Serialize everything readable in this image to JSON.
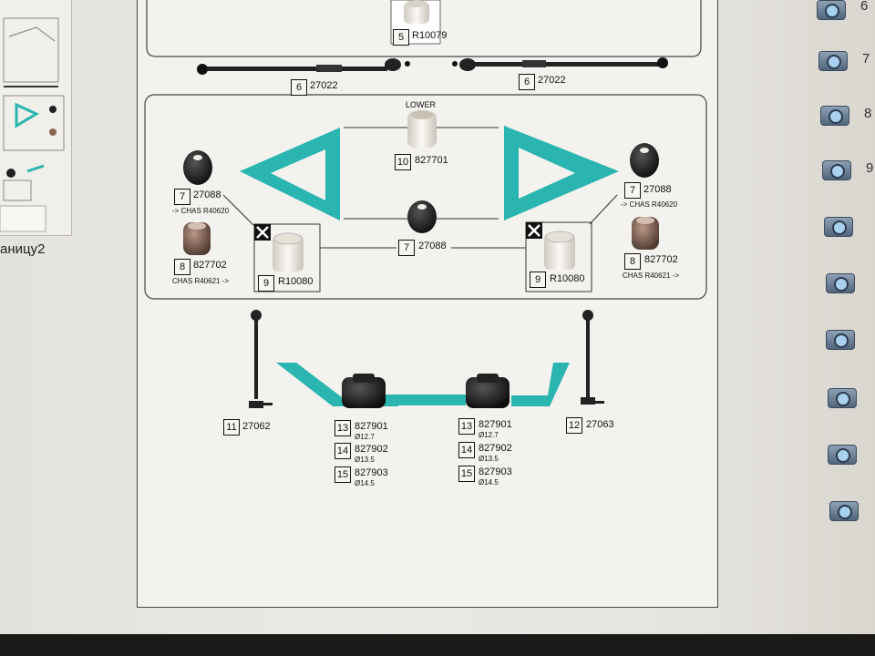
{
  "thumbnail": {
    "label": "аницу2"
  },
  "parts": {
    "p5": {
      "num": "5",
      "code": "R10079"
    },
    "p6a": {
      "num": "6",
      "code": "27022"
    },
    "p6b": {
      "num": "6",
      "code": "27022"
    },
    "p10": {
      "num": "10",
      "code": "827701",
      "title": "LOWER"
    },
    "p7l": {
      "num": "7",
      "code": "27088",
      "note": "-> CHAS R40620"
    },
    "p7r": {
      "num": "7",
      "code": "27088",
      "note": "-> CHAS R40620"
    },
    "p7c": {
      "num": "7",
      "code": "27088"
    },
    "p8l": {
      "num": "8",
      "code": "827702",
      "note": "CHAS R40621 ->"
    },
    "p8r": {
      "num": "8",
      "code": "827702",
      "note": "CHAS R40621 ->"
    },
    "p9l": {
      "num": "9",
      "code": "R10080"
    },
    "p9r": {
      "num": "9",
      "code": "R10080"
    },
    "p11": {
      "num": "11",
      "code": "27062"
    },
    "p12": {
      "num": "12",
      "code": "27063"
    },
    "p13l": {
      "num": "13",
      "code": "827901",
      "dia": "Ø12.7"
    },
    "p14l": {
      "num": "14",
      "code": "827902",
      "dia": "Ø13.5"
    },
    "p15l": {
      "num": "15",
      "code": "827903",
      "dia": "Ø14.5"
    },
    "p13r": {
      "num": "13",
      "code": "827901",
      "dia": "Ø12.7"
    },
    "p14r": {
      "num": "14",
      "code": "827902",
      "dia": "Ø13.5"
    },
    "p15r": {
      "num": "15",
      "code": "827903",
      "dia": "Ø14.5"
    }
  },
  "sidebar": {
    "labels": [
      "6",
      "7",
      "8",
      "9"
    ]
  },
  "colors": {
    "accent": "#2ab5b0",
    "part_dark": "#1a1a1a",
    "bush_light": "#e8e4da"
  }
}
